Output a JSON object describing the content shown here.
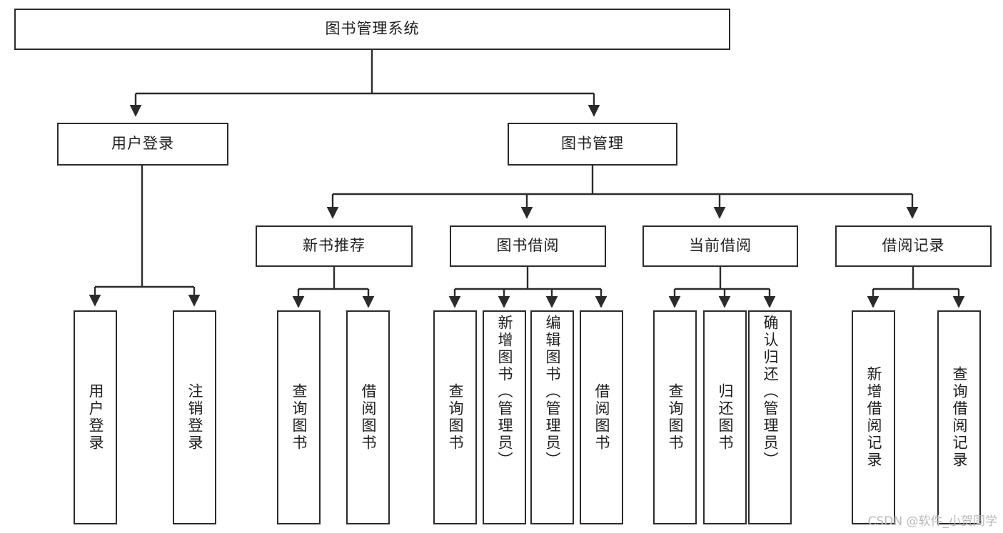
{
  "diagram": {
    "title": "图书管理系统",
    "type": "tree-hierarchy-chart",
    "watermark": "CSDN @软件_小贺同学",
    "stroke_color": "#2b2b2b",
    "background_color": "#ffffff",
    "text_color": "#202020"
  },
  "root": {
    "label": "图书管理系统"
  },
  "level2": [
    {
      "label": "用户登录"
    },
    {
      "label": "图书管理"
    }
  ],
  "level3": [
    {
      "label": "新书推荐"
    },
    {
      "label": "图书借阅"
    },
    {
      "label": "当前借阅"
    },
    {
      "label": "借阅记录"
    }
  ],
  "leaves": {
    "user_login": [
      {
        "label": "用户登录"
      },
      {
        "label": "注销登录"
      }
    ],
    "new_book_recommend": [
      {
        "label": "查询图书"
      },
      {
        "label": "借阅图书"
      }
    ],
    "book_borrow": [
      {
        "label": "查询图书"
      },
      {
        "label": "新增图书（管理员）"
      },
      {
        "label": "编辑图书（管理员）"
      },
      {
        "label": "借阅图书"
      }
    ],
    "current_borrow": [
      {
        "label": "查询图书"
      },
      {
        "label": "归还图书"
      },
      {
        "label": "确认归还（管理员）"
      }
    ],
    "borrow_record": [
      {
        "label": "新增借阅记录"
      },
      {
        "label": "查询借阅记录"
      }
    ]
  }
}
